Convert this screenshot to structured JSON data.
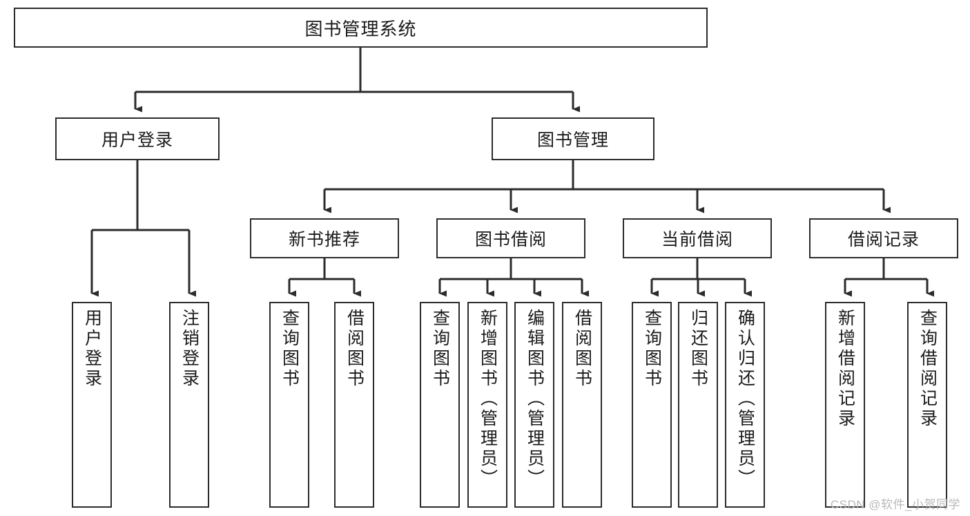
{
  "diagram": {
    "title": "图书管理系统",
    "type": "tree",
    "watermark": "CSDN @软件_小贺同学",
    "colors": {
      "box_border": "#2b2b2b",
      "box_fill": "#ffffff",
      "connector": "#2b2b2b",
      "text": "#1a1a1a",
      "watermark": "#b9b9b9"
    },
    "levels": {
      "root": {
        "id": "root",
        "label": "图书管理系统"
      },
      "level2": [
        {
          "id": "user-login",
          "label": "用户登录"
        },
        {
          "id": "book-manage",
          "label": "图书管理"
        }
      ],
      "level3": [
        {
          "id": "new-book-rec",
          "label": "新书推荐",
          "parent": "book-manage"
        },
        {
          "id": "book-borrow",
          "label": "图书借阅",
          "parent": "book-manage"
        },
        {
          "id": "current-borrow",
          "label": "当前借阅",
          "parent": "book-manage"
        },
        {
          "id": "borrow-record",
          "label": "借阅记录",
          "parent": "book-manage"
        }
      ],
      "leaves": [
        {
          "id": "leaf-user-login",
          "label": "用户登录",
          "parent": "user-login"
        },
        {
          "id": "leaf-user-logout",
          "label": "注销登录",
          "parent": "user-login"
        },
        {
          "id": "leaf-query-book-1",
          "label": "查询图书",
          "parent": "new-book-rec"
        },
        {
          "id": "leaf-borrow-book-1",
          "label": "借阅图书",
          "parent": "new-book-rec"
        },
        {
          "id": "leaf-query-book-2",
          "label": "查询图书",
          "parent": "book-borrow"
        },
        {
          "id": "leaf-add-book",
          "label": "新增图书（管理员）",
          "parent": "book-borrow"
        },
        {
          "id": "leaf-edit-book",
          "label": "编辑图书（管理员）",
          "parent": "book-borrow"
        },
        {
          "id": "leaf-borrow-book-2",
          "label": "借阅图书",
          "parent": "book-borrow"
        },
        {
          "id": "leaf-query-book-3",
          "label": "查询图书",
          "parent": "current-borrow"
        },
        {
          "id": "leaf-return-book",
          "label": "归还图书",
          "parent": "current-borrow"
        },
        {
          "id": "leaf-confirm-return",
          "label": "确认归还（管理员）",
          "parent": "current-borrow"
        },
        {
          "id": "leaf-add-record",
          "label": "新增借阅记录",
          "parent": "borrow-record"
        },
        {
          "id": "leaf-query-record",
          "label": "查询借阅记录",
          "parent": "borrow-record"
        }
      ]
    }
  }
}
